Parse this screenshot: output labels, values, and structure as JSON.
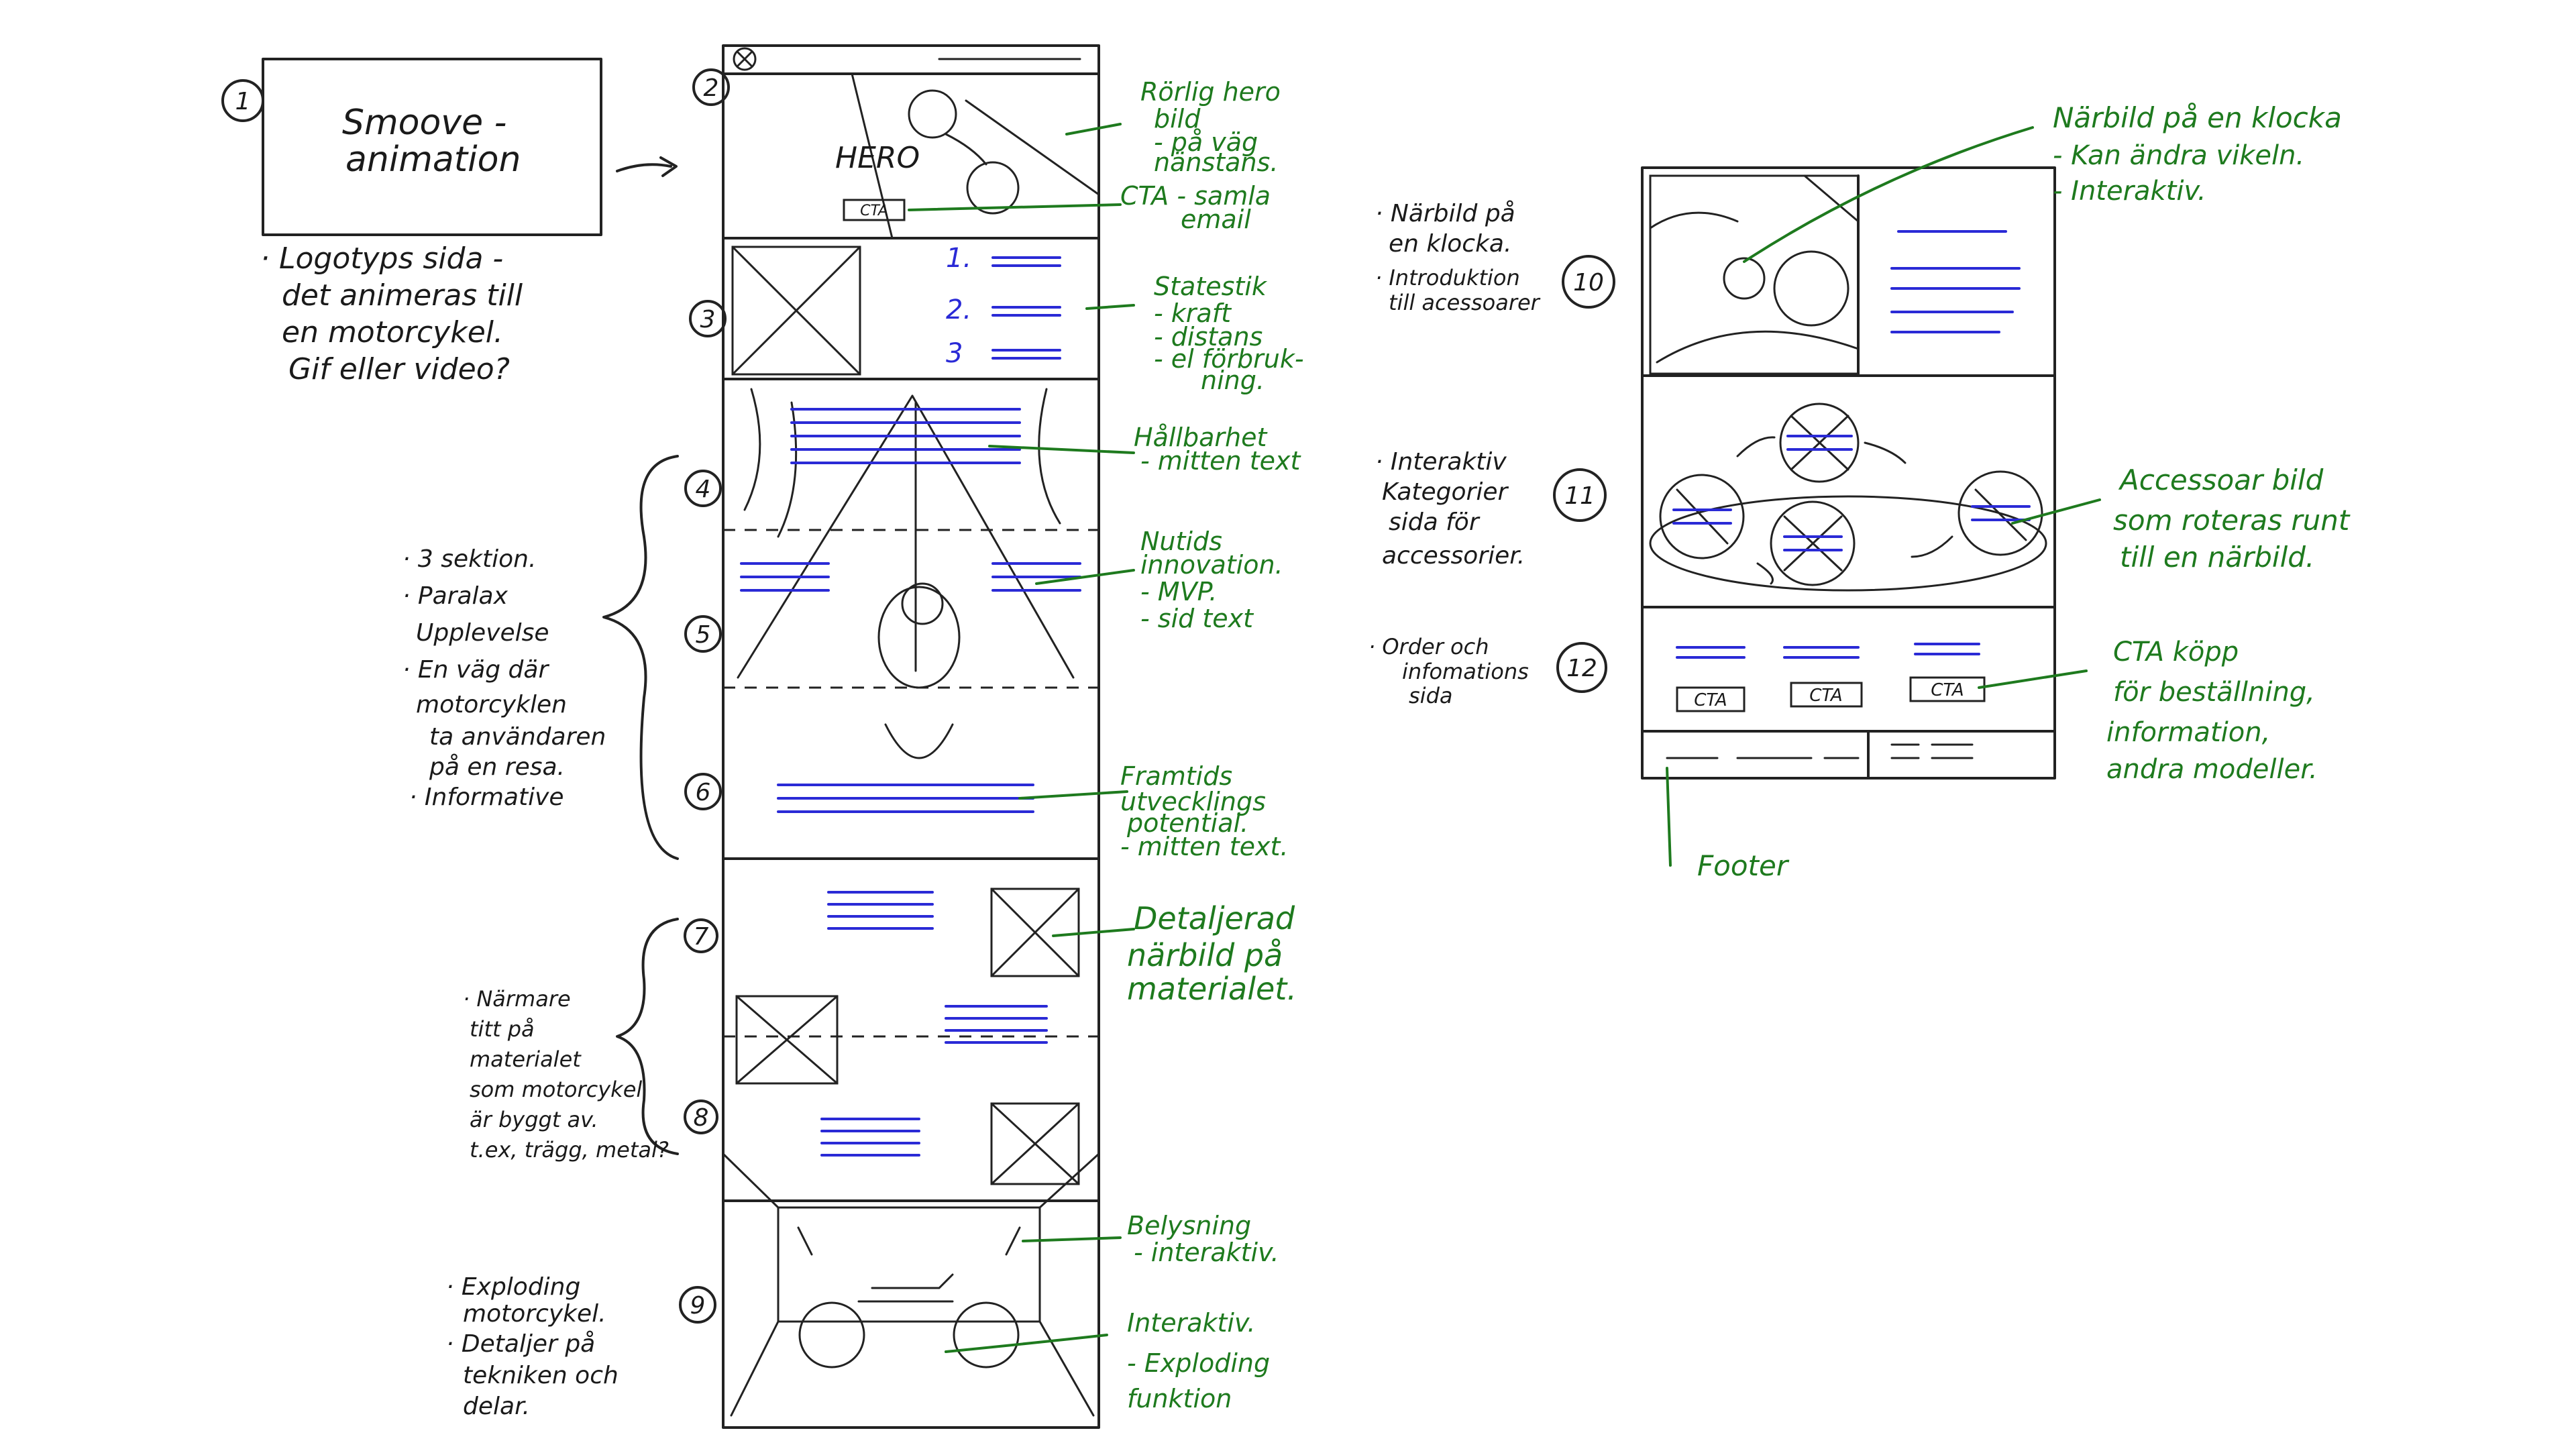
{
  "top_left": {
    "step": "1",
    "box_line1": "Smoove -",
    "box_line2": "animation",
    "note": [
      "· Logotyps sida -",
      "det animeras till",
      "en motorcykel.",
      "Gif eller video?"
    ]
  },
  "steps": [
    "2",
    "3",
    "4",
    "5",
    "6",
    "7",
    "8",
    "9",
    "10",
    "11",
    "12"
  ],
  "hero": {
    "word": "HERO",
    "cta": "CTA"
  },
  "stats_numbers": [
    "1.",
    "2.",
    "3"
  ],
  "green_notes": {
    "hero": [
      "Rörlig hero",
      "bild",
      "- på väg",
      "nänstans."
    ],
    "cta": [
      "CTA - samla",
      "email"
    ],
    "stats": [
      "Statestik",
      "- kraft",
      "- distans",
      "- el förbruk-",
      "ning."
    ],
    "hallbarhet": [
      "Hållbarhet",
      "- mitten text"
    ],
    "nutid": [
      "Nutids",
      "innovation.",
      "- MVP.",
      "- sid text"
    ],
    "framtid": [
      "Framtids",
      "utvecklings",
      "potential.",
      "- mitten text."
    ],
    "detaljerad": [
      "Detaljerad",
      "närbild på",
      "materialet."
    ],
    "belysning": [
      "Belysning",
      "- interaktiv."
    ],
    "explod": [
      "Interaktiv.",
      "- Exploding",
      "funktion"
    ],
    "klocka": [
      "Närbild på en klocka",
      "- Kan ändra vikeln.",
      "- Interaktiv."
    ],
    "accessoar": [
      "Accessoar bild",
      "som roteras runt",
      "till en närbild."
    ],
    "cta_buy": [
      "CTA köpp",
      "för beställning,",
      "information,",
      "andra modeller."
    ],
    "footer": "Footer"
  },
  "black_notes": {
    "parallax": [
      "· 3 sektion.",
      "· Paralax",
      "Upplevelse",
      "· En väg där",
      "motorcyklen",
      "ta användaren",
      "på en resa.",
      "· Informative"
    ],
    "material": [
      "· Närmare",
      "titt på",
      "materialet",
      "som motorcykel",
      "är byggt av.",
      "t.ex, trägg, metal?"
    ],
    "exploding": [
      "· Exploding",
      "motorcykel.",
      "· Detaljer på",
      "tekniken och",
      "delar."
    ],
    "klocka": [
      "· Närbild på",
      "en klocka.",
      "· Introduktion",
      "till acessoarer"
    ],
    "kategorier": [
      "· Interaktiv",
      "Kategorier",
      "sida för",
      "accessorier."
    ],
    "order": [
      "· Order och",
      "infomations",
      "sida"
    ]
  },
  "cta_buttons": [
    "CTA",
    "CTA",
    "CTA"
  ]
}
